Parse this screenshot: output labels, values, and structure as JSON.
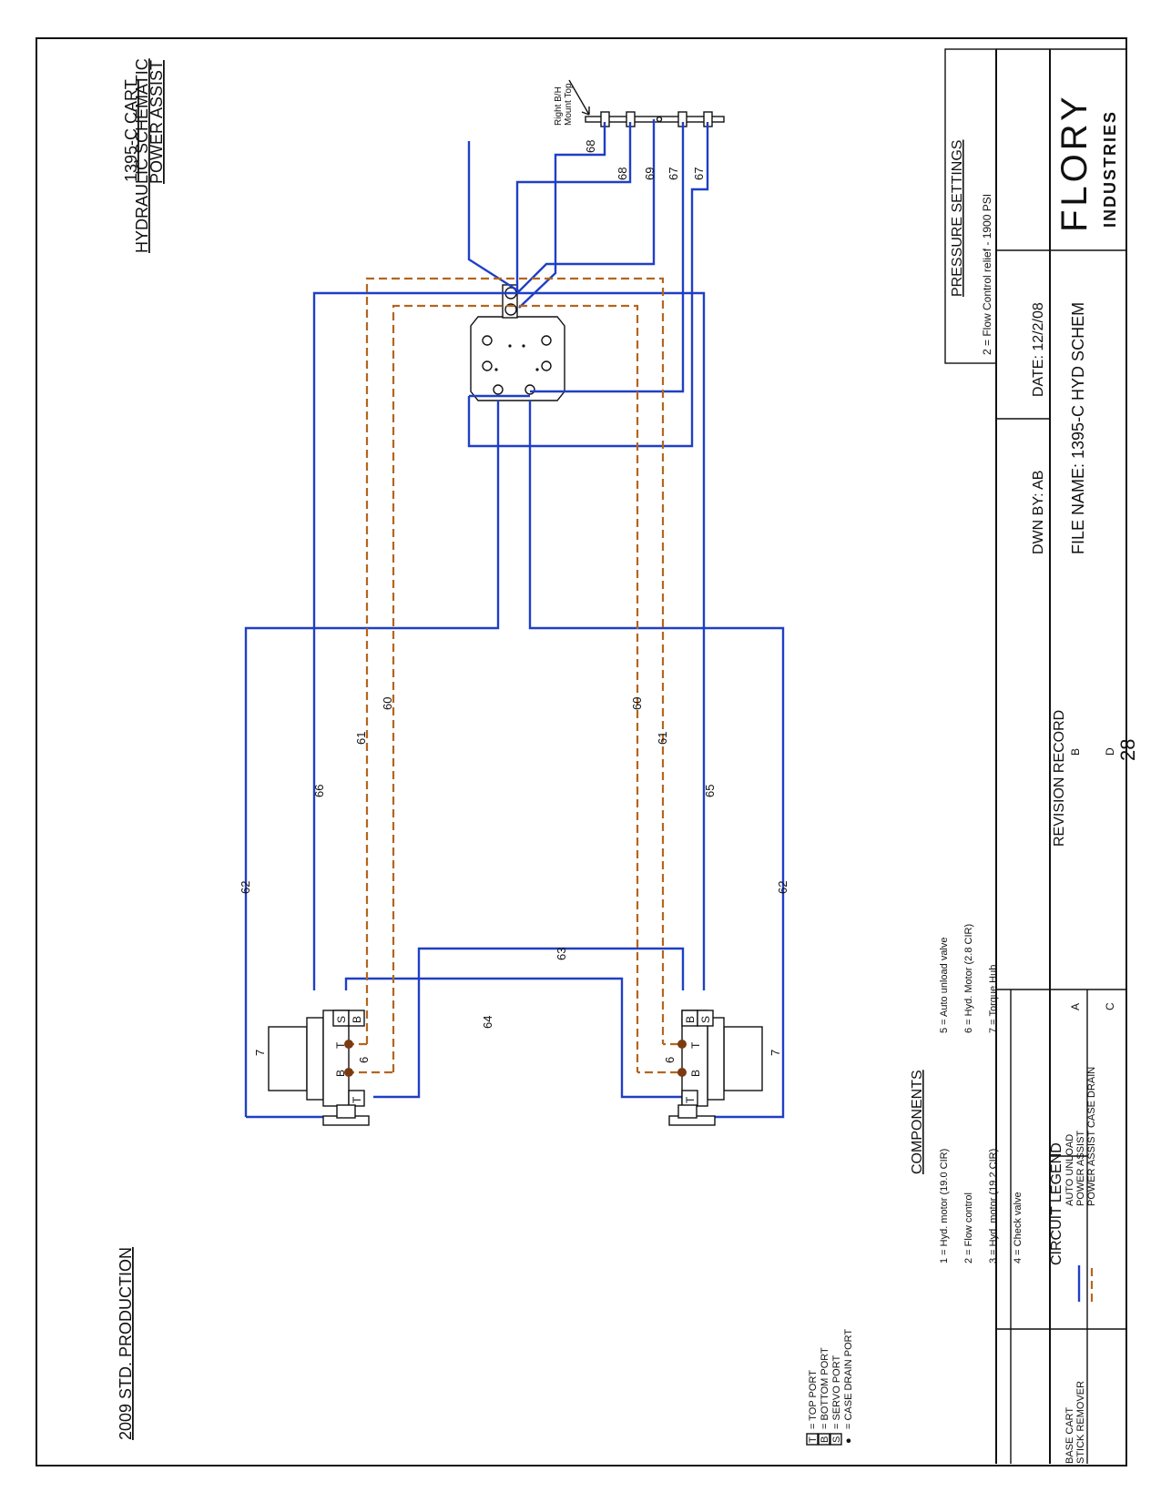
{
  "drawing": {
    "title_lines": [
      "1395-C CART",
      "HYDRAULIC SCHEMATIC",
      "POWER ASSIST"
    ],
    "production": "2009 STD. PRODUCTION",
    "page_number": "28",
    "bulkhead_label": [
      "Right B/H",
      "Mount Top"
    ]
  },
  "pressure_settings": {
    "title": "PRESSURE SETTINGS",
    "items": [
      "2 = Flow Control relief - 1900 PSI"
    ]
  },
  "components": {
    "title": "COMPONENTS",
    "col1": [
      "1 = Hyd. motor (19.0 CIR)",
      "2 = Flow control",
      "3 = Hyd. motor (19.2 CIR)",
      "4 = Check valve"
    ],
    "col2": [
      "5 = Auto unload valve",
      "6 = Hyd. Motor (2.8 CIR)",
      "7 = Torque Hub"
    ]
  },
  "port_legend": [
    {
      "symbol": "T",
      "label": "= TOP PORT"
    },
    {
      "symbol": "B",
      "label": "= BOTTOM PORT"
    },
    {
      "symbol": "S",
      "label": "= SERVO PORT"
    },
    {
      "symbol": "●",
      "label": "= CASE DRAIN PORT"
    }
  ],
  "circuit_legend": {
    "title": "CIRCUIT LEGEND",
    "left": [
      "BASE CART",
      "STICK REMOVER"
    ],
    "right": [
      "AUTO UNLOAD",
      "POWER ASSIST",
      "POWER ASSIST CASE DRAIN"
    ]
  },
  "revision_record": {
    "title": "REVISION RECORD",
    "cells": [
      "A",
      "B",
      "C",
      "D"
    ]
  },
  "title_block": {
    "drawn_by": "DWN BY: AB",
    "date": "DATE: 12/2/08",
    "file_name": "FILE NAME: 1395-C HYD SCHEM",
    "company": "FLORY",
    "company_sub": "INDUSTRIES"
  },
  "line_labels": {
    "l68a": "68",
    "l68b": "68",
    "l69": "69",
    "l67a": "67",
    "l67b": "67",
    "l66": "66",
    "l65": "65",
    "l61a": "61",
    "l61b": "61",
    "l60a": "60",
    "l60b": "60",
    "l62a": "62",
    "l62b": "62",
    "l63": "63",
    "l64": "64"
  },
  "motor_labels": {
    "left_hub": "7",
    "right_hub": "7",
    "left_motor": "6",
    "right_motor": "6",
    "S": "S",
    "B": "B",
    "T": "T"
  },
  "colors": {
    "auto_unload_line": "#1f3fc6",
    "case_drain_line": "#b5651d",
    "outline": "#111111"
  }
}
